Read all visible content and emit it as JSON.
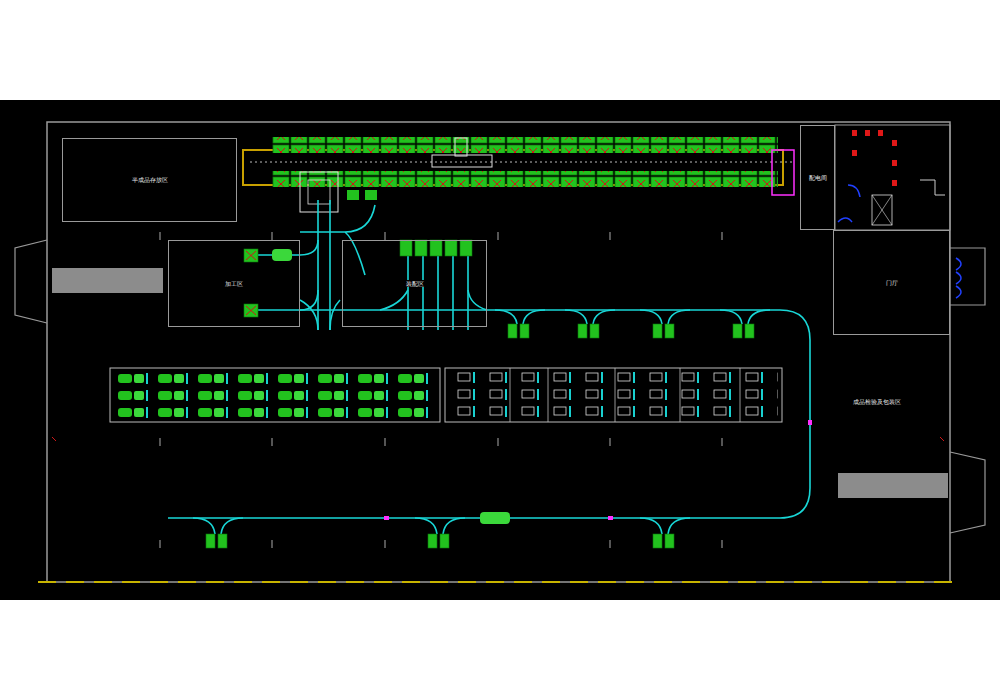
{
  "diagram": {
    "nodes": [
      {
        "text": [
          "半成品存放区"
        ]
      },
      {
        "text": [
          "加工区"
        ]
      },
      {
        "text": [
          "装配区"
        ]
      },
      {
        "text": [
          "配电间"
        ]
      },
      {
        "text": [
          "门厅"
        ]
      }
    ],
    "labels": [
      "成品检验及包装区"
    ]
  }
}
